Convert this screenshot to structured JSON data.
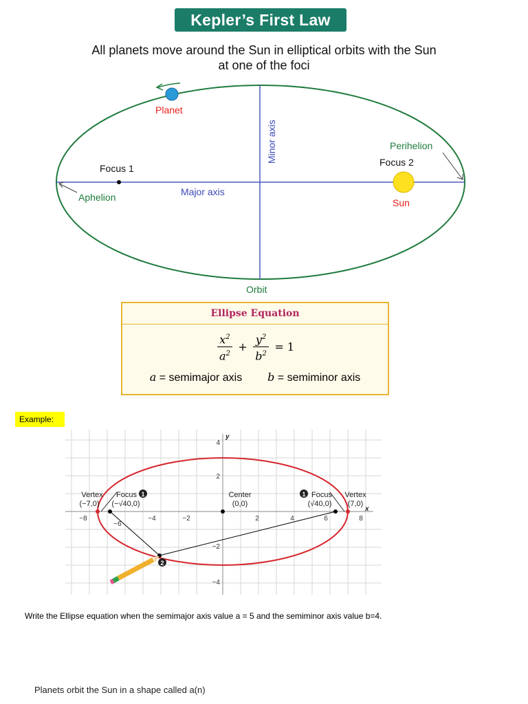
{
  "title": "Kepler’s First Law",
  "subtitle_line1": "All planets move around the Sun in elliptical orbits with the Sun",
  "subtitle_line2": "at one of the foci",
  "diagram": {
    "planet": "Planet",
    "minor_axis": "Minor axis",
    "perihelion": "Perihelion",
    "focus1": "Focus 1",
    "focus2": "Focus 2",
    "aphelion": "Aphelion",
    "major_axis": "Major axis",
    "sun": "Sun",
    "orbit": "Orbit",
    "colors": {
      "orbit": "#1e7b3c",
      "axis": "#4a5bbd",
      "planet": "#2a9ad8",
      "sun": "#ffe020",
      "red_label": "#e8211d"
    }
  },
  "equation": {
    "header": "Ellipse Equation",
    "x_term": "x",
    "y_term": "y",
    "a_term": "a",
    "b_term": "b",
    "exp": "2",
    "plus": "+",
    "equals": "= 1",
    "a_sym": "a",
    "a_def": " = semimajor axis",
    "b_sym": "b",
    "b_def": " = semiminor axis"
  },
  "example_label": "Example:",
  "graph": {
    "y_axis": "y",
    "x_axis": "x",
    "ticks_x": [
      "−8",
      "−6",
      "−4",
      "−2",
      "2",
      "4",
      "6",
      "8"
    ],
    "ticks_y": [
      "4",
      "2",
      "−2",
      "−4"
    ],
    "vertex_left": "Vertex",
    "vertex_left_coord": "(−7,0)",
    "focus_left": "Focus",
    "focus_left_coord": "(−√40,0)",
    "center": "Center",
    "center_coord": "(0,0)",
    "focus_right": "Focus",
    "focus_right_coord": "(√40,0)",
    "vertex_right": "Vertex",
    "vertex_right_coord": "(7,0)",
    "marker1": "1",
    "marker2": "2"
  },
  "question": "Write the Ellipse equation when the semimajor axis value a = 5 and the semiminor axis value b=4.",
  "fill_in": "Planets orbit the Sun in a shape called a(n)"
}
